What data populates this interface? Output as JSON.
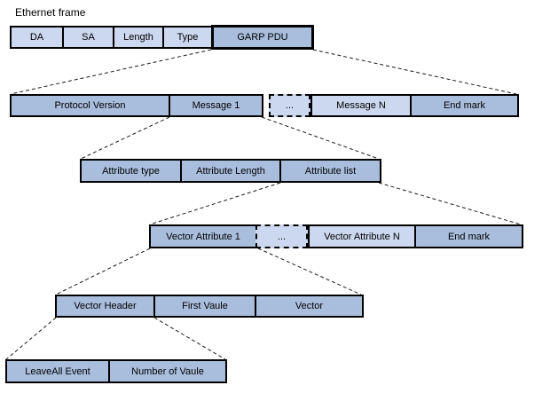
{
  "colors": {
    "dark_fill": "#a9bddd",
    "light_fill": "#cbd8ef",
    "border": "#000000",
    "connector": "#1a1a1a",
    "background": "#ffffff"
  },
  "diagram": {
    "title": "Ethernet frame",
    "rows": [
      {
        "name": "ethernet-frame-fields",
        "cells": [
          {
            "label": "DA"
          },
          {
            "label": "SA"
          },
          {
            "label": "Length"
          },
          {
            "label": "Type"
          },
          {
            "label": "GARP PDU"
          }
        ]
      },
      {
        "name": "garp-pdu-fields",
        "cells": [
          {
            "label": "Protocol Version"
          },
          {
            "label": "Message 1"
          },
          {
            "label": "..."
          },
          {
            "label": "Message N"
          },
          {
            "label": "End mark"
          }
        ]
      },
      {
        "name": "message-fields",
        "cells": [
          {
            "label": "Attribute type"
          },
          {
            "label": "Attribute Length"
          },
          {
            "label": "Attribute list"
          }
        ]
      },
      {
        "name": "attribute-list-fields",
        "cells": [
          {
            "label": "Vector Attribute 1"
          },
          {
            "label": "..."
          },
          {
            "label": "Vector Attribute N"
          },
          {
            "label": "End mark"
          }
        ]
      },
      {
        "name": "vector-attribute-fields",
        "cells": [
          {
            "label": "Vector Header"
          },
          {
            "label": "First Vaule"
          },
          {
            "label": "Vector"
          }
        ]
      },
      {
        "name": "vector-header-fields",
        "cells": [
          {
            "label": "LeaveAll Event"
          },
          {
            "label": "Number of Vaule"
          }
        ]
      }
    ]
  }
}
